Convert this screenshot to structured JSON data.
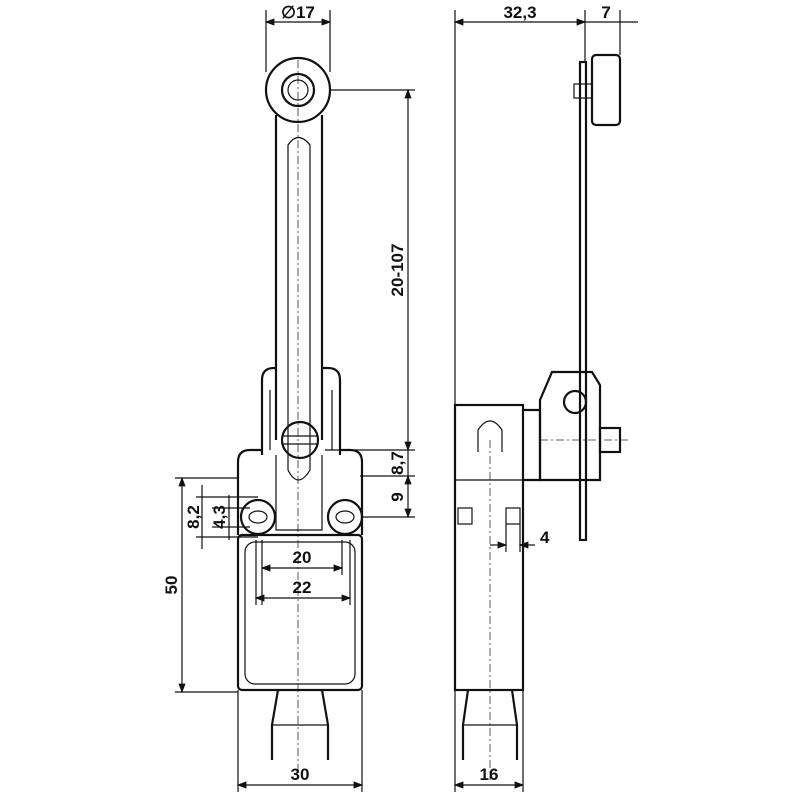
{
  "drawing": {
    "title": "Limit switch with adjustable roller lever – dimension drawing",
    "dimensions": {
      "roller_diameter": "∅17",
      "side_offset": "32,3",
      "roller_width": "7",
      "lever_length": "20-107",
      "head_offset": "8,7",
      "hole_offset": "9",
      "hole_spacing_outer": "8,2",
      "hole_diameter": "4,3",
      "height": "50",
      "inner_width": "20",
      "hole_distance": "22",
      "width": "30",
      "depth": "16",
      "pin": "4"
    }
  }
}
